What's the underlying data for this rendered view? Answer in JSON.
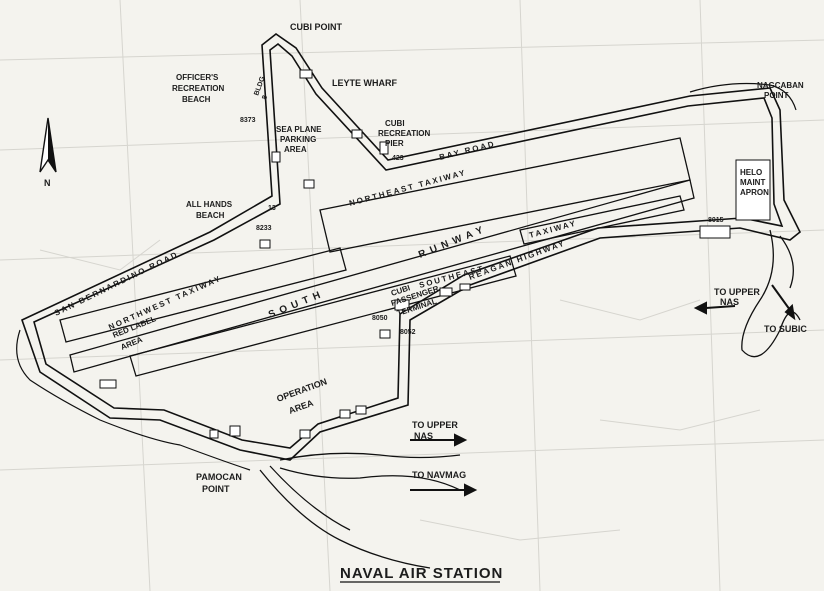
{
  "map": {
    "title": "NAVAL AIR STATION",
    "north_label": "N",
    "places": {
      "cubi_point": "CUBI POINT",
      "leyte_wharf": "LEYTE WHARF",
      "nagcaban_point_1": "NAGCABAN",
      "nagcaban_point_2": "POINT",
      "officers_beach_1": "OFFICER'S",
      "officers_beach_2": "RECREATION",
      "officers_beach_3": "BEACH",
      "cubi_pier_1": "CUBI",
      "cubi_pier_2": "RECREATION",
      "cubi_pier_3": "PIER",
      "seaplane_1": "SEA PLANE",
      "seaplane_2": "PARKING",
      "seaplane_3": "AREA",
      "all_hands_1": "ALL HANDS",
      "all_hands_2": "BEACH",
      "helo_1": "HELO",
      "helo_2": "MAINT",
      "helo_3": "APRON",
      "red_label_1": "RED LABEL",
      "red_label_2": "AREA",
      "operation_1": "OPERATION",
      "operation_2": "AREA",
      "terminal_1": "CUBI",
      "terminal_2": "PASSENGER",
      "terminal_3": "TERMINAL",
      "pamocan_1": "PAMOCAN",
      "pamocan_2": "POINT",
      "upper_nas_right_1": "TO UPPER",
      "upper_nas_right_2": "NAS",
      "to_subic": "TO SUBIC",
      "upper_nas_bottom_1": "TO UPPER",
      "upper_nas_bottom_2": "NAS",
      "to_navmag": "TO NAVMAG"
    },
    "roads": {
      "northeast_taxiway": "NORTHEAST TAXIWAY",
      "northwest_taxiway": "NORTHWEST TAXIWAY",
      "south_runway_1": "SOUTH",
      "south_runway_2": "RUNWAY",
      "southeast_taxiway": "SOUTHEAST",
      "taxiway": "TAXIWAY",
      "san_bernardino_road": "SAN BERNARDINO ROAD",
      "byrd_road": "BAY ROAD",
      "highway": "REAGAN HIGHWAY"
    },
    "buildings": {
      "b8373": "8373",
      "b8233": "8233",
      "b423": "423",
      "b8015": "8015",
      "b8050": "8050",
      "b8052": "8052",
      "b13": "13",
      "bldg_2": "BLDG",
      "bldg_3": "8"
    }
  }
}
